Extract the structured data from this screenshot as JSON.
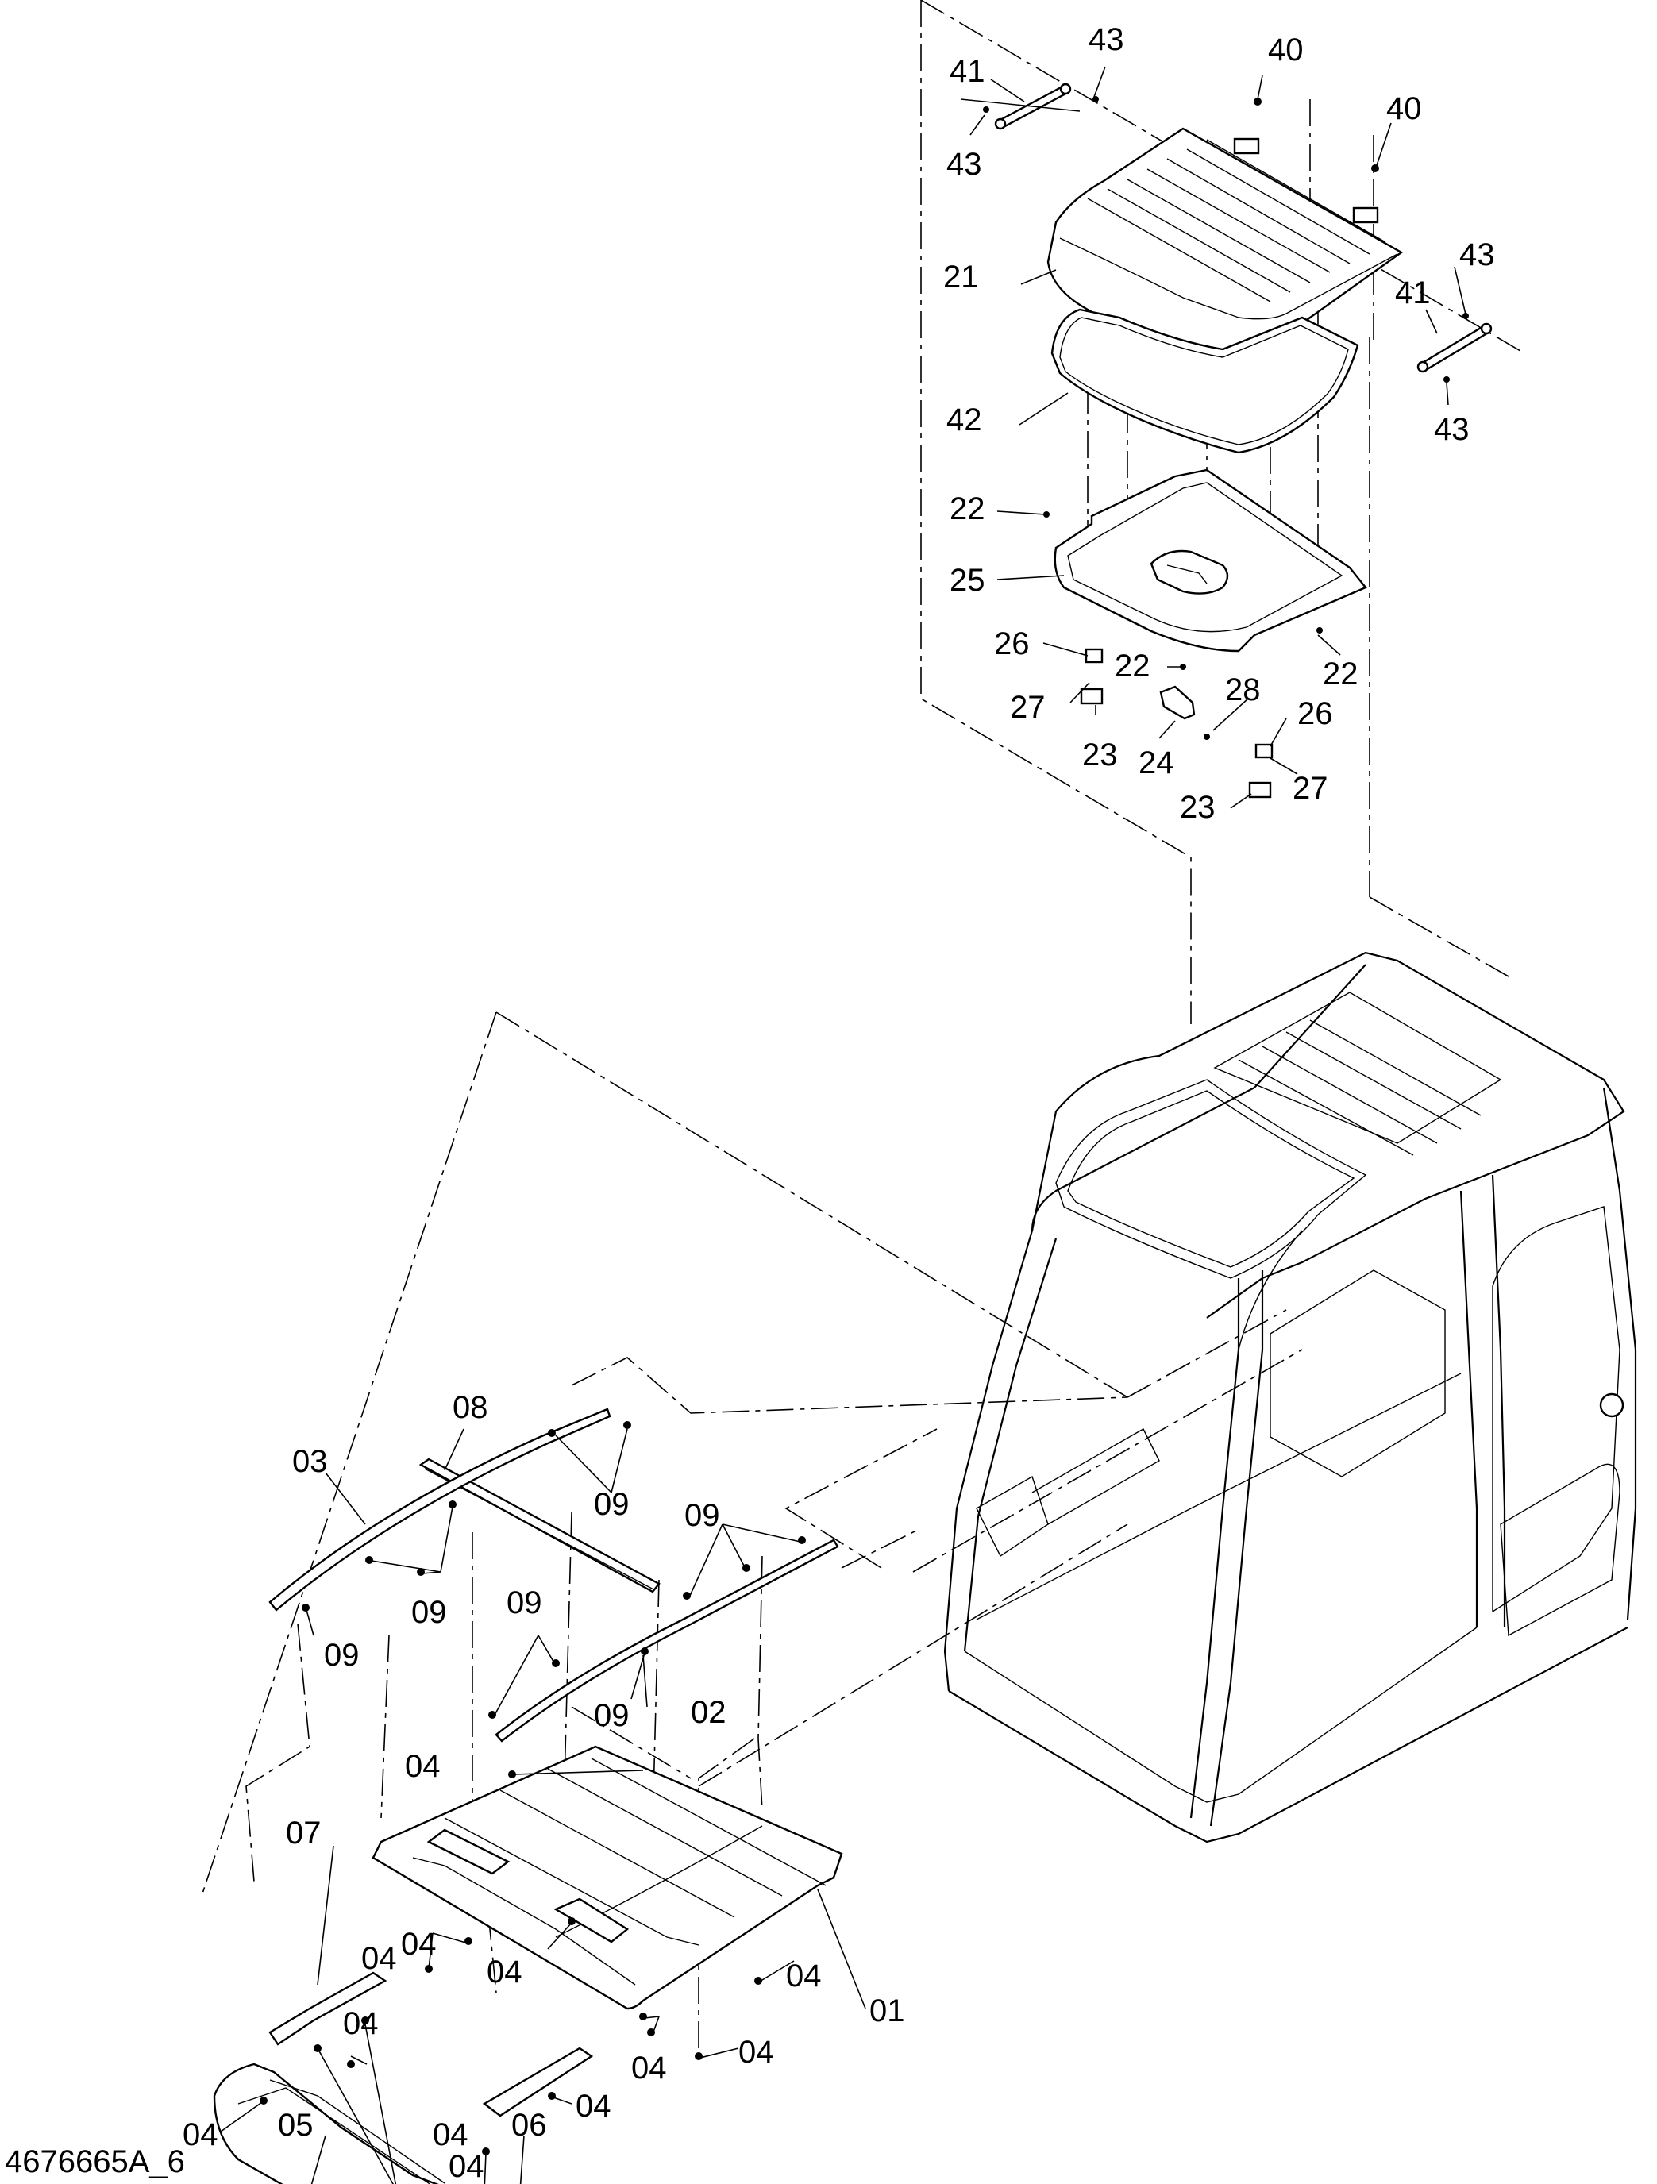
{
  "document_id": "4676665A_6",
  "callouts": [
    {
      "label": "43"
    },
    {
      "label": "41"
    },
    {
      "label": "43"
    },
    {
      "label": "40"
    },
    {
      "label": "40"
    },
    {
      "label": "21"
    },
    {
      "label": "43"
    },
    {
      "label": "41"
    },
    {
      "label": "43"
    },
    {
      "label": "42"
    },
    {
      "label": "22"
    },
    {
      "label": "25"
    },
    {
      "label": "26"
    },
    {
      "label": "22"
    },
    {
      "label": "22"
    },
    {
      "label": "27"
    },
    {
      "label": "28"
    },
    {
      "label": "23"
    },
    {
      "label": "24"
    },
    {
      "label": "26"
    },
    {
      "label": "27"
    },
    {
      "label": "23"
    },
    {
      "label": "08"
    },
    {
      "label": "03"
    },
    {
      "label": "09"
    },
    {
      "label": "09"
    },
    {
      "label": "09"
    },
    {
      "label": "09"
    },
    {
      "label": "09"
    },
    {
      "label": "09"
    },
    {
      "label": "02"
    },
    {
      "label": "04"
    },
    {
      "label": "07"
    },
    {
      "label": "04"
    },
    {
      "label": "04"
    },
    {
      "label": "01"
    },
    {
      "label": "04"
    },
    {
      "label": "04"
    },
    {
      "label": "04"
    },
    {
      "label": "04"
    },
    {
      "label": "04"
    },
    {
      "label": "04"
    },
    {
      "label": "04"
    },
    {
      "label": "04"
    },
    {
      "label": "05"
    },
    {
      "label": "06"
    },
    {
      "label": "04"
    }
  ]
}
